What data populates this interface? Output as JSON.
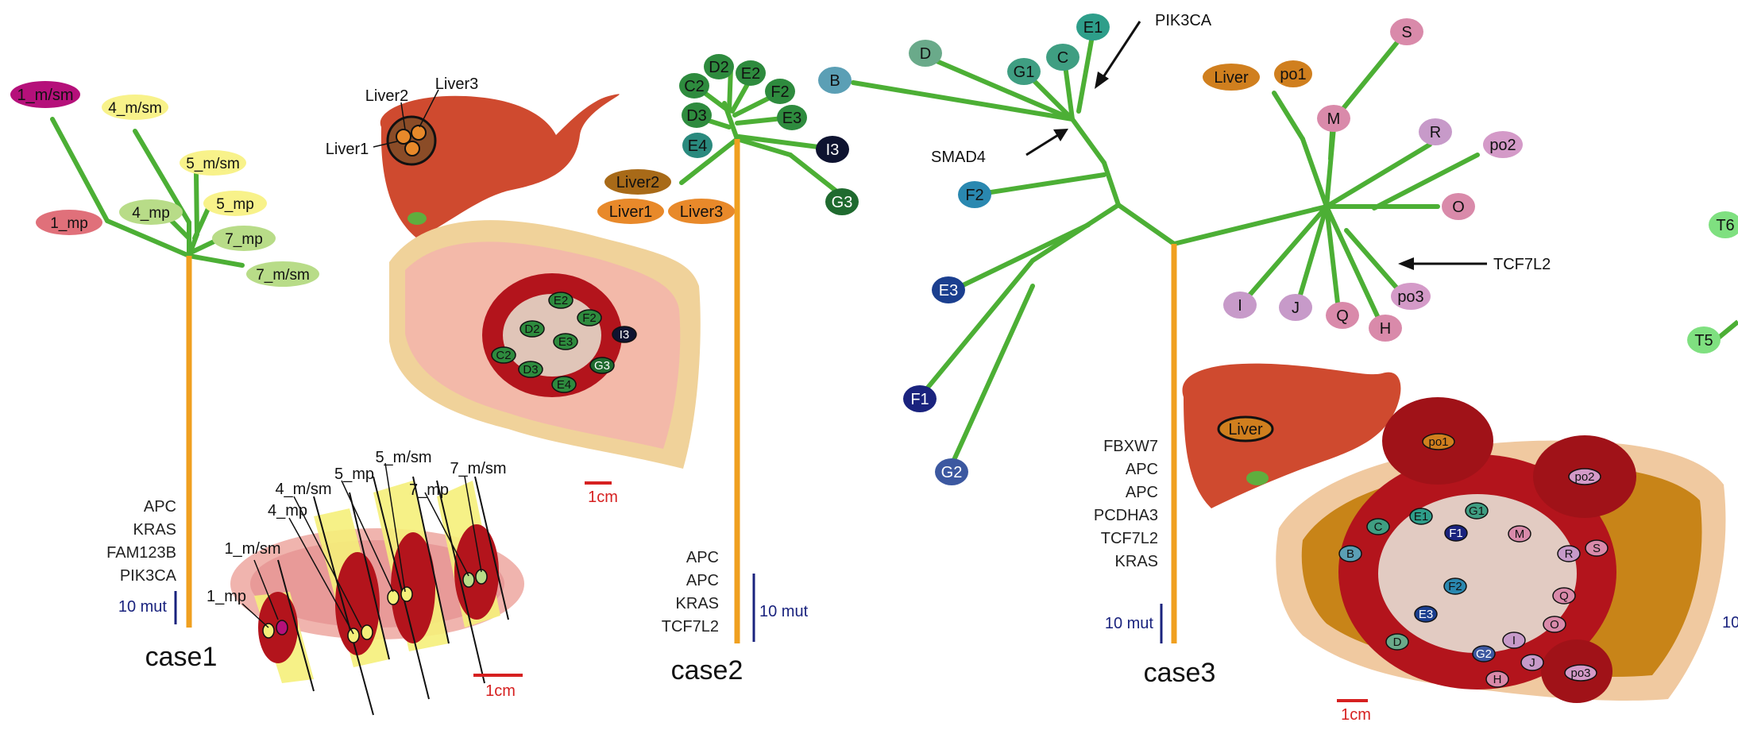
{
  "colors": {
    "trunk": "#f0a020",
    "branch": "#4caf35",
    "scale_blue": "#1a237e",
    "scale_red": "#d62020",
    "liver": "#cf4a2f",
    "tumor": "#b3141c",
    "bowel": "#f0d29a"
  },
  "case1": {
    "title": "case1",
    "mutations": [
      "APC",
      "KRAS",
      "FAM123B",
      "PIK3CA"
    ],
    "scale": "10 mut",
    "scale_cm": "1cm",
    "nodes": [
      "1_m/sm",
      "4_m/sm",
      "5_m/sm",
      "1_mp",
      "4_mp",
      "5_mp",
      "7_mp",
      "7_m/sm"
    ],
    "section_labels": [
      "1_mp",
      "1_m/sm",
      "4_mp",
      "4_m/sm",
      "5_mp",
      "5_m/sm",
      "7_mp",
      "7_m/sm"
    ]
  },
  "case2": {
    "title": "case2",
    "mutations": [
      "APC",
      "APC",
      "KRAS",
      "TCF7L2"
    ],
    "scale": "10 mut",
    "scale_cm": "1cm",
    "nodes": [
      "C2",
      "D2",
      "E2",
      "F2",
      "D3",
      "E3",
      "E4",
      "I3",
      "G3",
      "Liver2",
      "Liver1",
      "Liver3"
    ],
    "liver_labels": [
      "Liver2",
      "Liver3",
      "Liver1"
    ],
    "tumor_labels": [
      "E2",
      "D2",
      "F2",
      "E3",
      "C2",
      "D3",
      "E4",
      "G3",
      "I3"
    ]
  },
  "case3": {
    "title": "case3",
    "mutations": [
      "FBXW7",
      "APC",
      "APC",
      "PCDHA3",
      "TCF7L2",
      "KRAS"
    ],
    "scale": "10 mut",
    "scale_cm": "1cm",
    "annotations": [
      "PIK3CA",
      "SMAD4",
      "TCF7L2"
    ],
    "nodes_left": [
      "B",
      "D",
      "G1",
      "C",
      "E1",
      "F2",
      "E3",
      "F1",
      "G2"
    ],
    "nodes_right": [
      "Liver",
      "po1",
      "S",
      "M",
      "R",
      "po2",
      "O",
      "I",
      "J",
      "Q",
      "H",
      "po3"
    ],
    "liver_label": "Liver",
    "tumor_labels": [
      "po1",
      "po2",
      "po3",
      "C",
      "E1",
      "G1",
      "B",
      "F1",
      "M",
      "R",
      "S",
      "F2",
      "Q",
      "E3",
      "O",
      "D",
      "G2",
      "I",
      "J",
      "H"
    ]
  },
  "case4": {
    "nodes": [
      "T6",
      "T5"
    ],
    "scale_fragment": "10"
  }
}
